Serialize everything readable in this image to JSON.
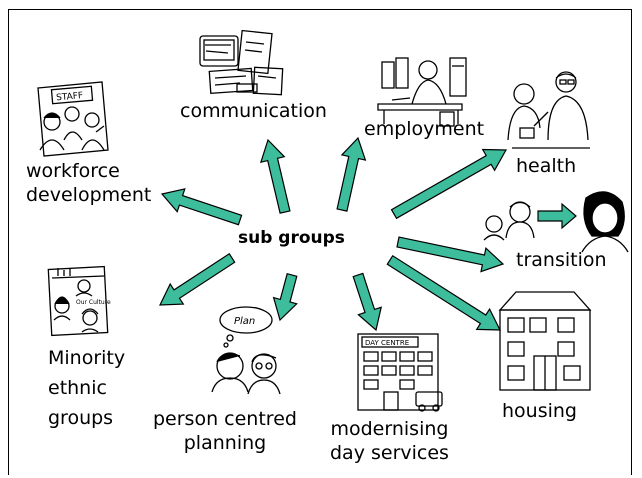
{
  "center_label": "sub groups",
  "groups": [
    {
      "id": "communication",
      "label": "communication",
      "illustration": "tv-magazines-drawing"
    },
    {
      "id": "employment",
      "label": "employment",
      "illustration": "office-worker-drawing"
    },
    {
      "id": "health",
      "label": "health",
      "illustration": "doctor-patient-drawing"
    },
    {
      "id": "transition",
      "label": "transition",
      "illustration": "child-to-adult-drawing"
    },
    {
      "id": "housing",
      "label": "housing",
      "illustration": "house-drawing"
    },
    {
      "id": "day-services",
      "label_line1": "modernising",
      "label_line2": "day services",
      "illustration": "day-centre-building-drawing",
      "sign_text": "DAY CENTRE"
    },
    {
      "id": "person-centred",
      "label_line1": "person centred",
      "label_line2": "planning",
      "illustration": "two-people-thinking-drawing",
      "bubble_text": "Plan"
    },
    {
      "id": "minority",
      "label_line1": "Minority",
      "label_line2": "ethnic",
      "label_line3": "groups",
      "illustration": "diverse-faces-drawing",
      "note_text": "Our Culture"
    },
    {
      "id": "workforce",
      "label_line1": "workforce",
      "label_line2": "development",
      "illustration": "staff-meeting-drawing",
      "sign_text": "STAFF"
    }
  ],
  "colors": {
    "arrow_fill": "#3dbd9c",
    "arrow_stroke": "#000000",
    "text": "#000000",
    "frame": "#000000"
  }
}
